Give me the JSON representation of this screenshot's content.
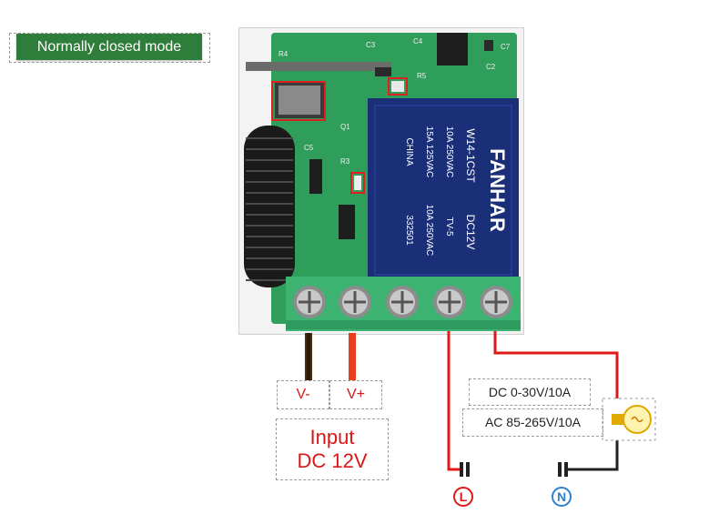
{
  "mode_label": "Normally closed mode",
  "board": {
    "relay_brand": "FANHAR",
    "relay_model": "W14-1CST",
    "relay_coil": "DC12V",
    "relay_rating_1": "10A 250VAC",
    "relay_rating_2": "15A 125VAC",
    "relay_rating_3": "10A 250VAC",
    "relay_origin": "CHINA",
    "relay_code": "332501",
    "relay_cert": "TV-5",
    "silk_r4": "R4",
    "silk_c3": "C3",
    "silk_c4": "C4",
    "silk_r5": "R5",
    "silk_c7": "C7",
    "silk_c5": "C5",
    "silk_r3": "R3",
    "silk_q1": "Q1",
    "silk_c2": "C2"
  },
  "labels": {
    "v_minus": "V-",
    "v_plus": "V+",
    "input_line1": "Input",
    "input_line2": "DC 12V",
    "dc_spec": "DC 0-30V/10A",
    "ac_spec": "AC 85-265V/10A",
    "live_symbol": "L",
    "neutral_symbol": "N"
  },
  "colors": {
    "badge": "#2e7d3a",
    "wire_red": "#e01818",
    "wire_black": "#222222",
    "pcb": "#2e9e5a",
    "terminal": "#3cb371",
    "live": "#e01818",
    "neutral": "#2f7fd0"
  }
}
